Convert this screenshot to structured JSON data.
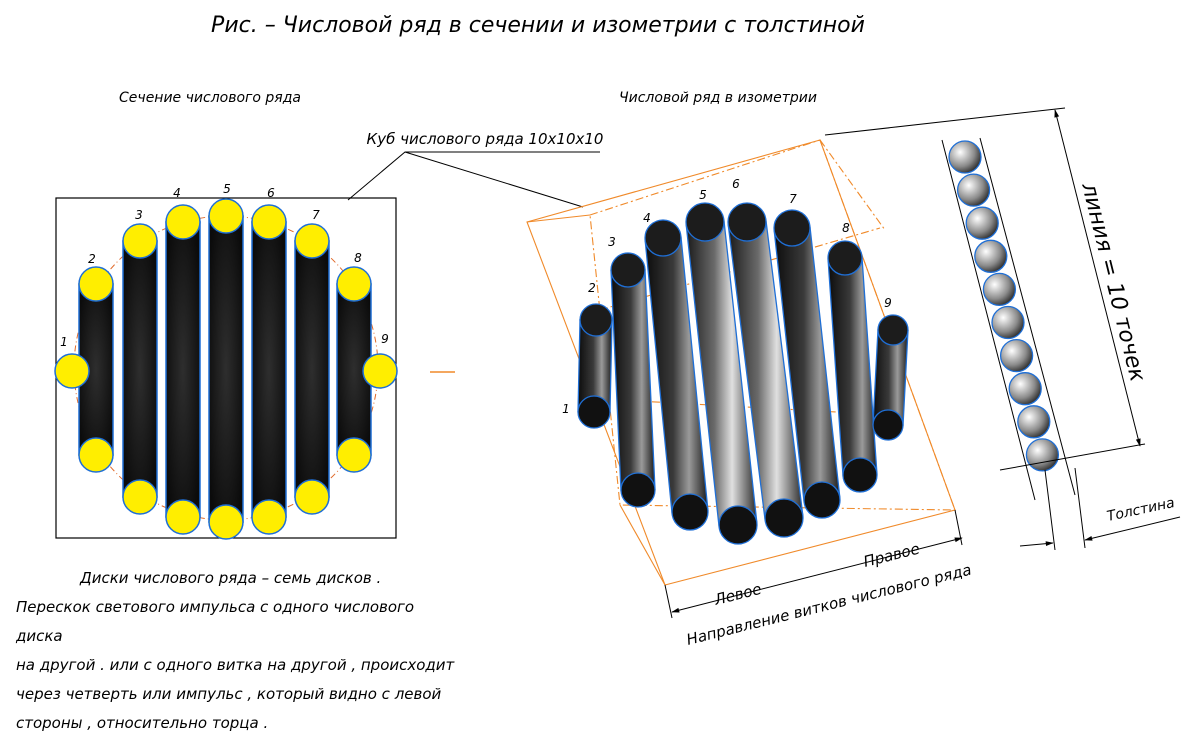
{
  "title": "Рис. – Числовой ряд в сечении и изометрии с толстиной",
  "left_caption": "Сечение числового ряда",
  "right_caption": "Числовой ряд в изометрии",
  "cube_label": "Куб числового ряда 10x10x10",
  "line_label": "линия = 10 точек",
  "thickness_label": "Толстина",
  "right_dir_label": "Правое",
  "left_dir_label": "Левое",
  "direction_label": "Направление витков числового ряда",
  "section_numbers": [
    "1",
    "2",
    "3",
    "4",
    "5",
    "6",
    "7",
    "8",
    "9"
  ],
  "iso_numbers": [
    "1",
    "2",
    "3",
    "4",
    "5",
    "6",
    "7",
    "8",
    "9"
  ],
  "notes": [
    "Диски числового ряда – семь дисков .",
    "Перескок светового импульса с одного числового диска",
    "на другой . или с одного витка на другой , происходит",
    "через четверть или импульс , который видно с левой",
    "стороны  , относительно торца ."
  ],
  "colors": {
    "disk_fill": "#ffee00",
    "disk_outline": "#1f6fd6",
    "rod_fill": "#121212",
    "cube_lines": "#f08a2a",
    "circle_dash": "#e06a2a"
  }
}
